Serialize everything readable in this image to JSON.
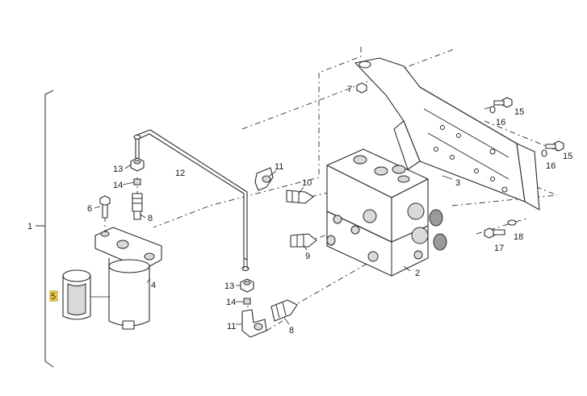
{
  "labels": {
    "l1": "1",
    "l2": "2",
    "l3": "3",
    "l4": "4",
    "l5": "5",
    "l6": "6",
    "l7": "7",
    "l8a": "8",
    "l8b": "8",
    "l9": "9",
    "l10": "10",
    "l11a": "11",
    "l11b": "11",
    "l12": "12",
    "l13a": "13",
    "l13b": "13",
    "l14a": "14",
    "l14b": "14",
    "l15a": "15",
    "l15b": "15",
    "l16a": "16",
    "l16b": "16",
    "l17": "17",
    "l18": "18"
  },
  "colors": {
    "highlight": "#f6d24a",
    "line": "#2a2a2a"
  }
}
